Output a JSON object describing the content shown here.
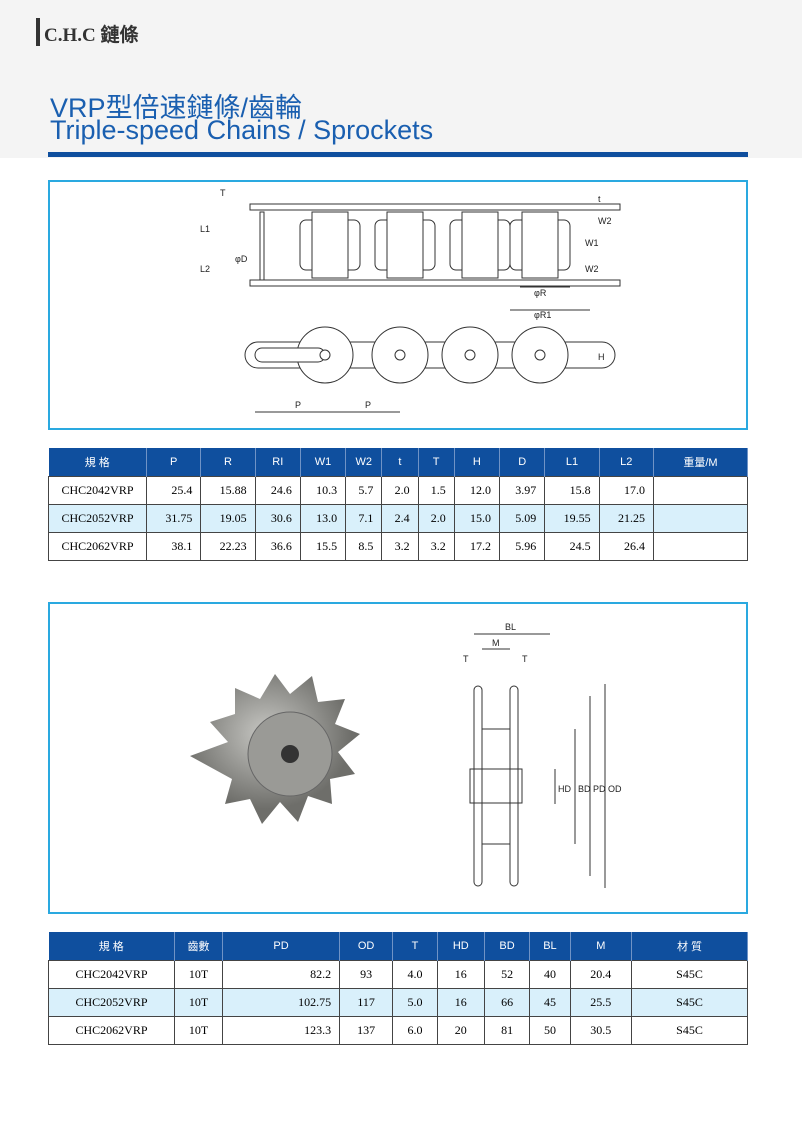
{
  "header": {
    "brand": "C.H.C 鏈條",
    "title_zh": "VRP型倍速鏈條/齒輪",
    "title_en": "Triple-speed  Chains / Sprockets"
  },
  "chain_diagram": {
    "labels": [
      "T",
      "L1",
      "L2",
      "φD",
      "t",
      "W2",
      "W1",
      "W2",
      "φR",
      "φR1",
      "H",
      "P",
      "P"
    ]
  },
  "sprocket_diagram": {
    "labels": [
      "BL",
      "M",
      "T",
      "T",
      "HD",
      "BD",
      "PD",
      "OD"
    ]
  },
  "chain_table": {
    "headers": [
      "規 格",
      "P",
      "R",
      "RI",
      "W1",
      "W2",
      "t",
      "T",
      "H",
      "D",
      "L1",
      "L2",
      "重量/M"
    ],
    "rows": [
      [
        "CHC2042VRP",
        "25.4",
        "15.88",
        "24.6",
        "10.3",
        "5.7",
        "2.0",
        "1.5",
        "12.0",
        "3.97",
        "15.8",
        "17.0",
        ""
      ],
      [
        "CHC2052VRP",
        "31.75",
        "19.05",
        "30.6",
        "13.0",
        "7.1",
        "2.4",
        "2.0",
        "15.0",
        "5.09",
        "19.55",
        "21.25",
        ""
      ],
      [
        "CHC2062VRP",
        "38.1",
        "22.23",
        "36.6",
        "15.5",
        "8.5",
        "3.2",
        "3.2",
        "17.2",
        "5.96",
        "24.5",
        "26.4",
        ""
      ]
    ]
  },
  "sprocket_table": {
    "headers": [
      "規 格",
      "齒數",
      "PD",
      "OD",
      "T",
      "HD",
      "BD",
      "BL",
      "M",
      "材 質"
    ],
    "rows": [
      [
        "CHC2042VRP",
        "10T",
        "82.2",
        "93",
        "4.0",
        "16",
        "52",
        "40",
        "20.4",
        "S45C"
      ],
      [
        "CHC2052VRP",
        "10T",
        "102.75",
        "117",
        "5.0",
        "16",
        "66",
        "45",
        "25.5",
        "S45C"
      ],
      [
        "CHC2062VRP",
        "10T",
        "123.3",
        "137",
        "6.0",
        "20",
        "81",
        "50",
        "30.5",
        "S45C"
      ]
    ]
  },
  "colors": {
    "brand_blue": "#0f4f9e",
    "title_blue": "#1a5fb0",
    "frame_cyan": "#2aa9e0",
    "row_alt": "#d9f0fb"
  }
}
